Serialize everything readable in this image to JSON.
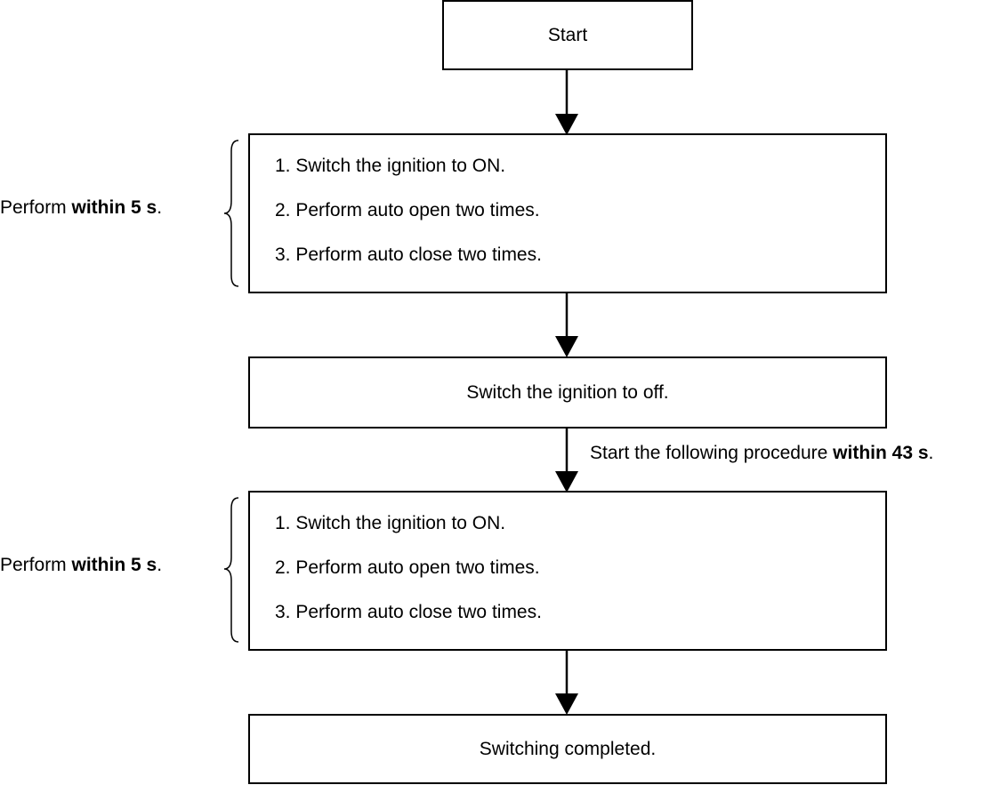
{
  "nodes": {
    "start": {
      "label": "Start"
    },
    "phase1": {
      "steps": [
        "1. Switch the ignition  to ON.",
        "2. Perform auto open two times.",
        "3. Perform auto close two times."
      ]
    },
    "ignition_off": {
      "label": "Switch the ignition  to off."
    },
    "phase2": {
      "steps": [
        "1. Switch the ignition  to ON.",
        "2. Perform auto open two times.",
        "3. Perform auto close two times."
      ]
    },
    "completed": {
      "label": "Switching completed."
    }
  },
  "notes": {
    "phase1": {
      "prefix": "Perform ",
      "emphasis": "within 5 s",
      "suffix": "."
    },
    "phase2": {
      "prefix": "Perform ",
      "emphasis": "within 5 s",
      "suffix": "."
    },
    "transition": {
      "prefix": "Start the following procedure ",
      "emphasis": "within 43 s",
      "suffix": "."
    }
  },
  "edges": [
    {
      "from": "start",
      "to": "phase1"
    },
    {
      "from": "phase1",
      "to": "ignition_off"
    },
    {
      "from": "ignition_off",
      "to": "phase2"
    },
    {
      "from": "phase2",
      "to": "completed"
    }
  ]
}
